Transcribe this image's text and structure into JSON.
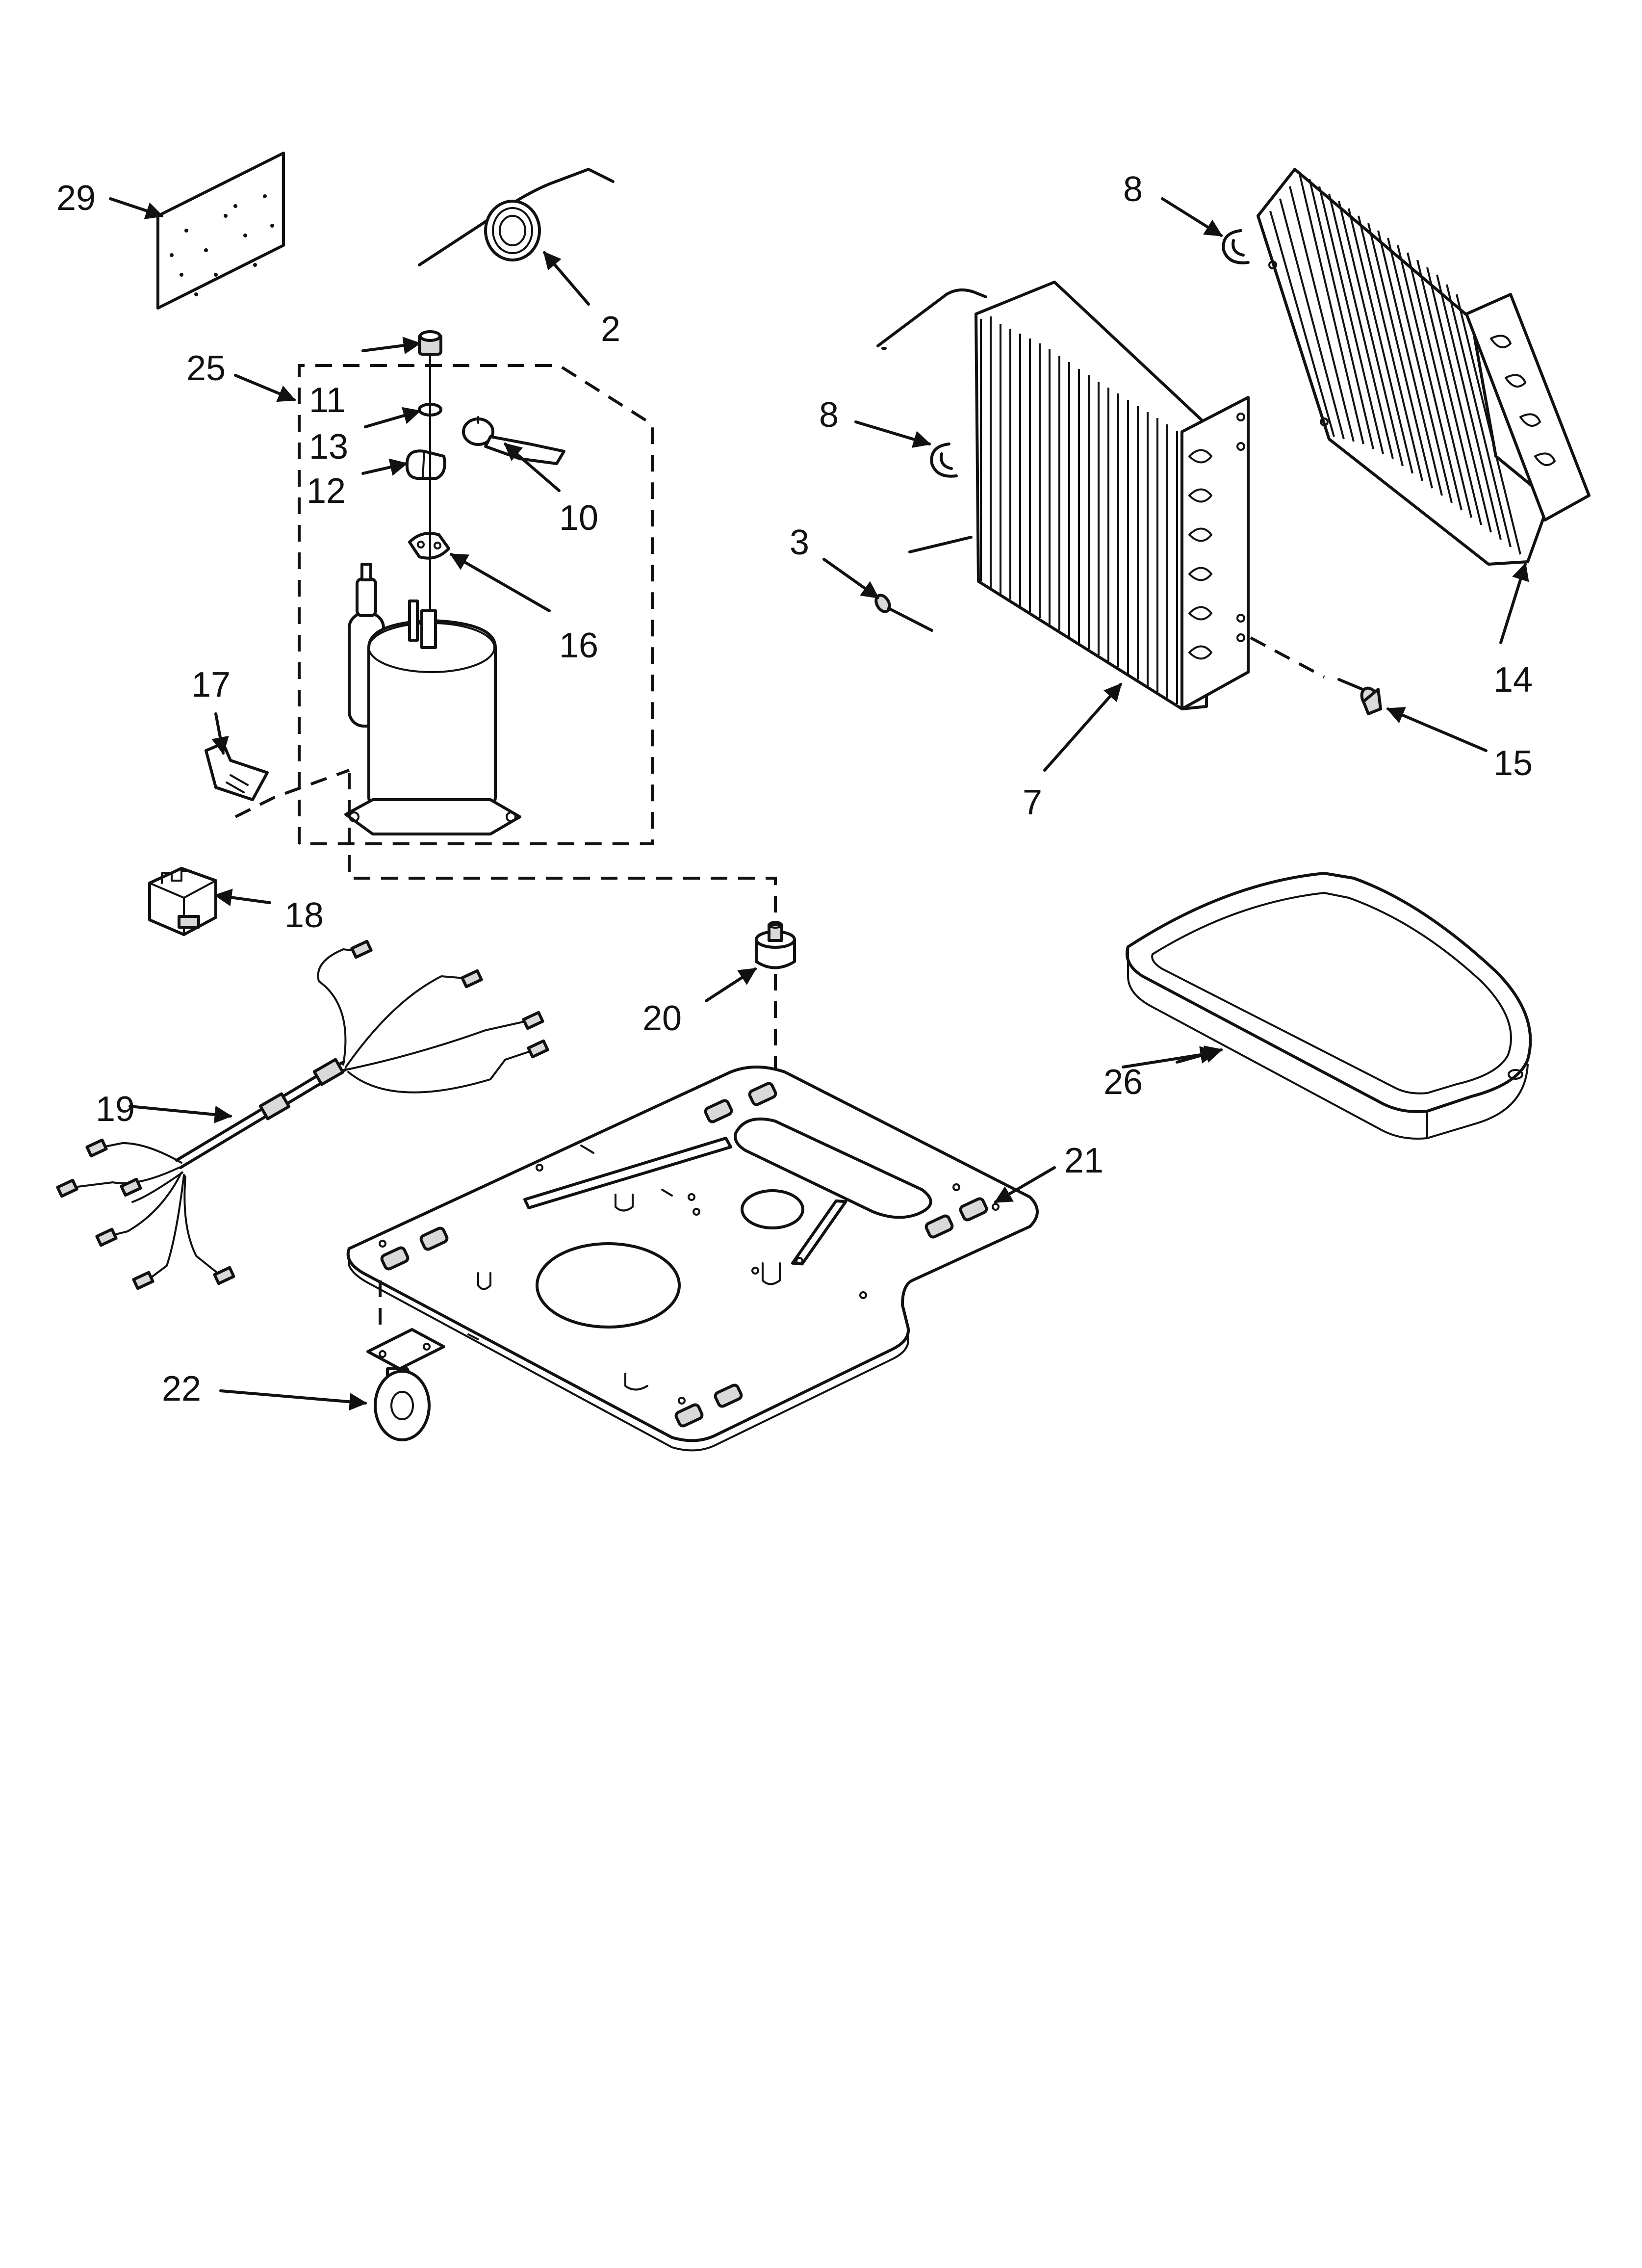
{
  "diagram": {
    "callouts": {
      "c2": "2",
      "c3": "3",
      "c7": "7",
      "c8a": "8",
      "c8b": "8",
      "c10": "10",
      "c11": "11",
      "c12": "12",
      "c13": "13",
      "c14": "14",
      "c15": "15",
      "c16": "16",
      "c17": "17",
      "c18": "18",
      "c19": "19",
      "c20": "20",
      "c21": "21",
      "c22": "22",
      "c25": "25",
      "c26": "26",
      "c29": "29"
    }
  }
}
